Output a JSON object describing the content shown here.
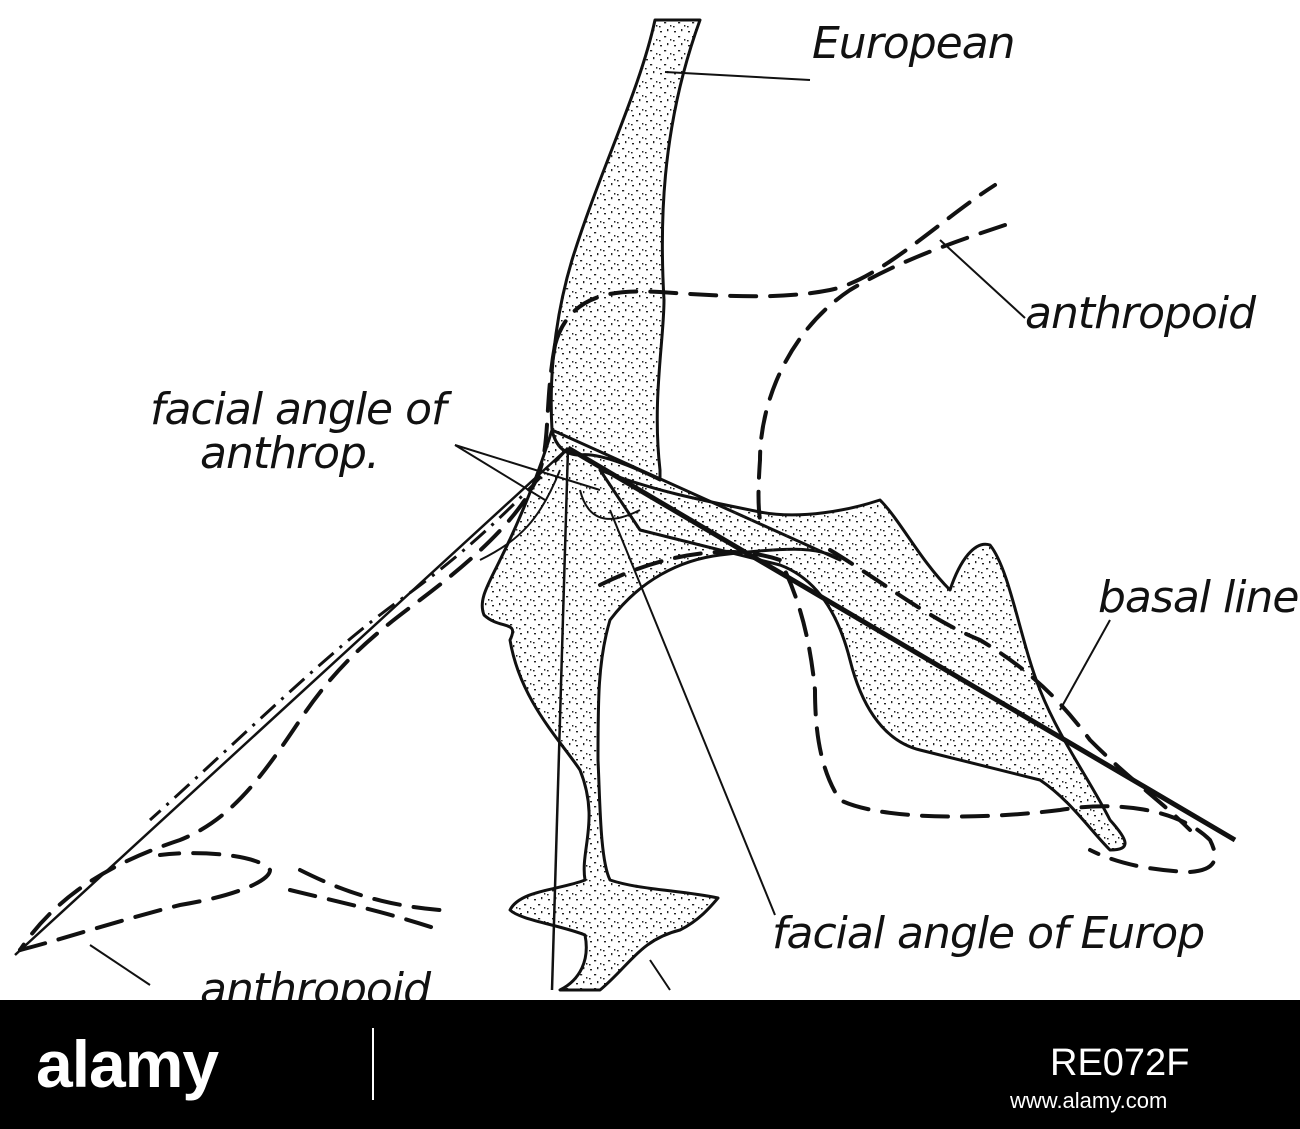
{
  "figure": {
    "labels": {
      "european": "European",
      "anthropoid": "anthropoid",
      "facial_angle_anthrop_line1": "facial angle of",
      "facial_angle_anthrop_line2": "anthrop.",
      "basal_line": "basal line",
      "facial_angle_europ": "facial angle of Europ",
      "anthropoid_bottom": "anthropoid"
    }
  },
  "watermark": {
    "brand": "alamy",
    "stock_id": "RE072F",
    "url": "www.alamy.com"
  },
  "colors": {
    "ink": "#111111",
    "stipple": "#222222",
    "background": "#ffffff",
    "bar": "#000000"
  }
}
